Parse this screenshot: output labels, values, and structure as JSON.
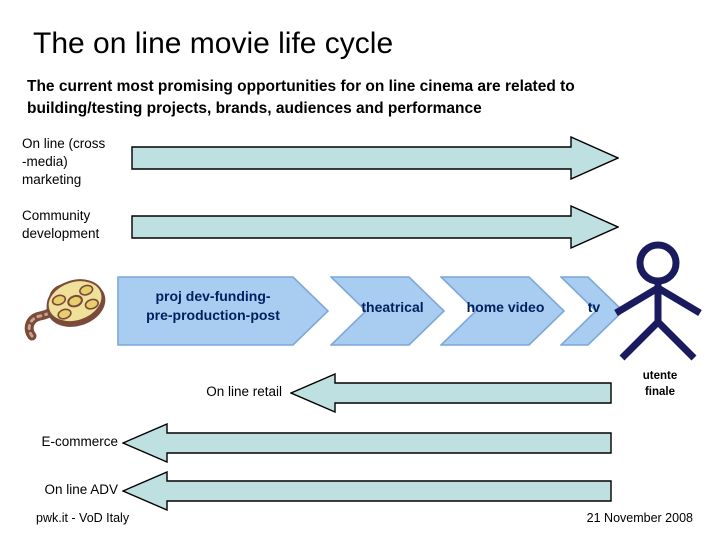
{
  "slide": {
    "title": "The on line movie life cycle",
    "subtitle": "The current most promising opportunities for on line cinema are related to building/testing projects, brands, audiences and performance"
  },
  "colors": {
    "arrow_fill": "#bfe0e1",
    "arrow_stroke": "#000000",
    "chevron_fill": "#a8cdf0",
    "chevron_stroke": "#7da7d9",
    "chevron_text": "#002060",
    "stickman": "#1a1a5e",
    "background": "#ffffff",
    "text": "#000000"
  },
  "flow_arrows": {
    "right": [
      {
        "id": "online-cross-media-marketing",
        "label": "On line (cross\n-media)\nmarketing",
        "direction": "right"
      },
      {
        "id": "community-development",
        "label": "Community\ndevelopment",
        "direction": "right"
      }
    ],
    "left": [
      {
        "id": "online-retail",
        "label": "On line retail",
        "direction": "left"
      },
      {
        "id": "e-commerce",
        "label": "E-commerce",
        "direction": "left"
      },
      {
        "id": "online-adv",
        "label": "On line ADV",
        "direction": "left"
      }
    ]
  },
  "process": {
    "stages": [
      {
        "id": "production",
        "label": "proj dev-funding-\npre-production-post"
      },
      {
        "id": "theatrical",
        "label": "theatrical"
      },
      {
        "id": "home-video",
        "label": "home video"
      },
      {
        "id": "tv",
        "label": "tv"
      }
    ],
    "start_icon": "film-reel-icon",
    "end_icon": "stick-figure-icon",
    "end_label": "utente\nfinale"
  },
  "footer": {
    "left": "pwk.it - VoD Italy",
    "right": "21 November 2008"
  }
}
